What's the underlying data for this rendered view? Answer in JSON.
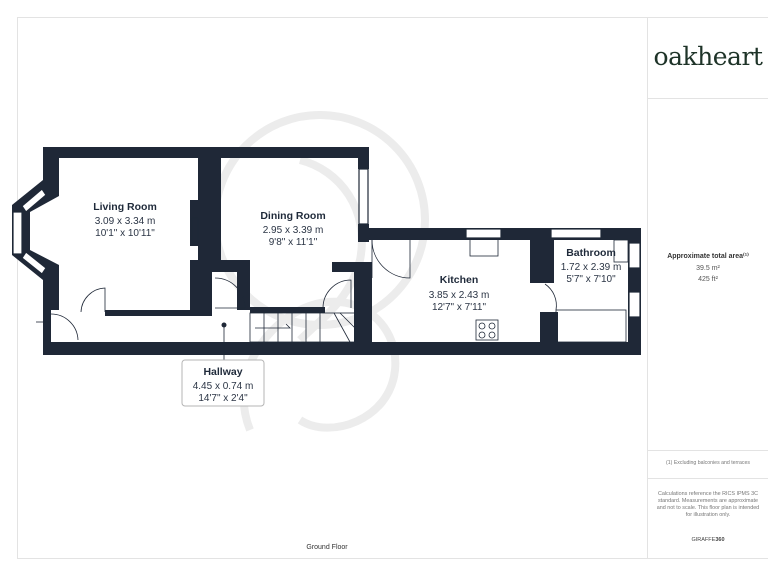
{
  "brand": {
    "logo_text": "oakheart"
  },
  "area_summary": {
    "title": "Approximate total area⁽¹⁾",
    "metric": "39.5 m²",
    "imperial": "425 ft²",
    "exclusion_note": "(1) Excluding balconies and terraces",
    "calculation_note": "Calculations reference the RICS IPMS 3C standard. Measurements are approximate and not to scale. This floor plan is intended for illustration only.",
    "software_prefix": "GIRAFFE",
    "software_suffix": "360"
  },
  "floor": {
    "label": "Ground Floor"
  },
  "rooms": {
    "living_room": {
      "name": "Living Room",
      "metric": "3.09 x 3.34 m",
      "imperial": "10'1\" x 10'11\""
    },
    "dining_room": {
      "name": "Dining Room",
      "metric": "2.95 x 3.39 m",
      "imperial": "9'8\" x 11'1\""
    },
    "kitchen": {
      "name": "Kitchen",
      "metric": "3.85 x 2.43 m",
      "imperial": "12'7\" x 7'11\""
    },
    "bathroom": {
      "name": "Bathroom",
      "metric": "1.72 x 2.39 m",
      "imperial": "5'7\" x 7'10\""
    },
    "hallway": {
      "name": "Hallway",
      "metric": "4.45 x 0.74 m",
      "imperial": "14'7\" x 2'4\""
    }
  }
}
